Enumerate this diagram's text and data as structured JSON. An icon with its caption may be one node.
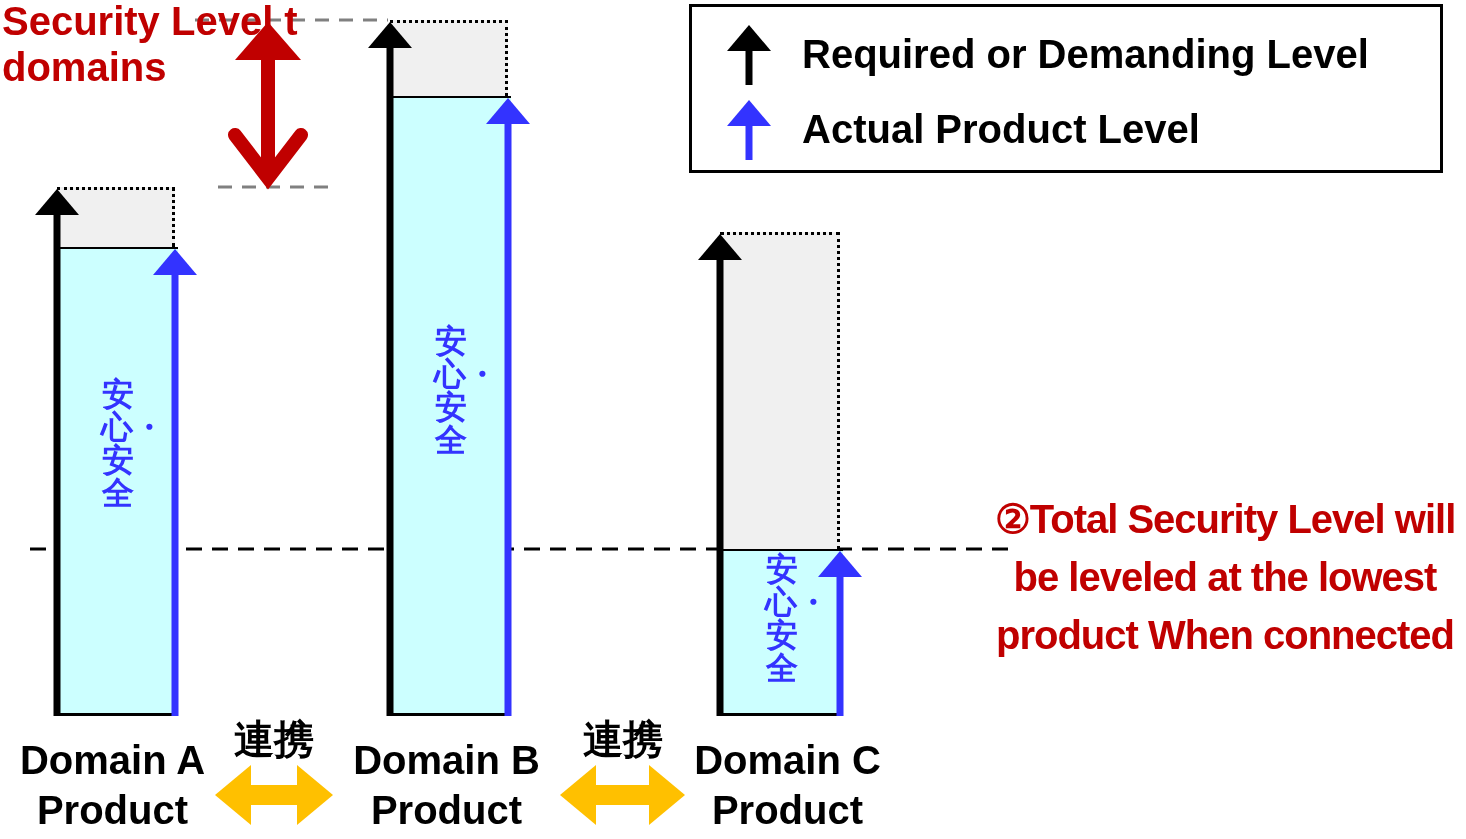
{
  "diagram": {
    "nodes": [
      {
        "text": [
          "安心・安全",
          "Domain A Product"
        ]
      },
      {
        "text": [
          "安心・安全",
          "Domain B Product"
        ]
      },
      {
        "text": [
          "安心・安全",
          "Domain C Product"
        ]
      }
    ],
    "edges": [
      {
        "from": 0,
        "to": 1,
        "arrow": "both",
        "label": "連携",
        "color": "#ffc000"
      },
      {
        "from": 1,
        "to": 2,
        "arrow": "both",
        "label": "連携",
        "color": "#ffc000"
      }
    ],
    "labels": [
      "Security Level t domains",
      "②Total Security Level will be leveled at the lowest product When connected"
    ],
    "legend": [
      {
        "text": "Required or Demanding Level"
      },
      {
        "text": "Actual Product Level"
      }
    ]
  }
}
